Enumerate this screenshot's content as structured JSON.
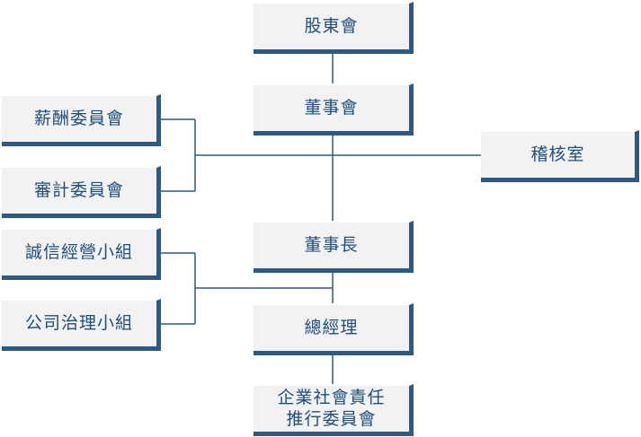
{
  "colors": {
    "box_fill": "#f2f2f2",
    "box_shadow": "#2e5a82",
    "text": "#1f4e79",
    "connector": "#2e5a82"
  },
  "nodes": {
    "shareholders": "股東會",
    "board": "董事會",
    "compensation_committee": "薪酬委員會",
    "audit_committee": "審計委員會",
    "internal_audit": "稽核室",
    "integrity_team": "誠信經營小組",
    "governance_team": "公司治理小組",
    "chairman": "董事長",
    "general_manager": "總經理",
    "csr_committee": "企業社會責任\n推行委員會"
  }
}
